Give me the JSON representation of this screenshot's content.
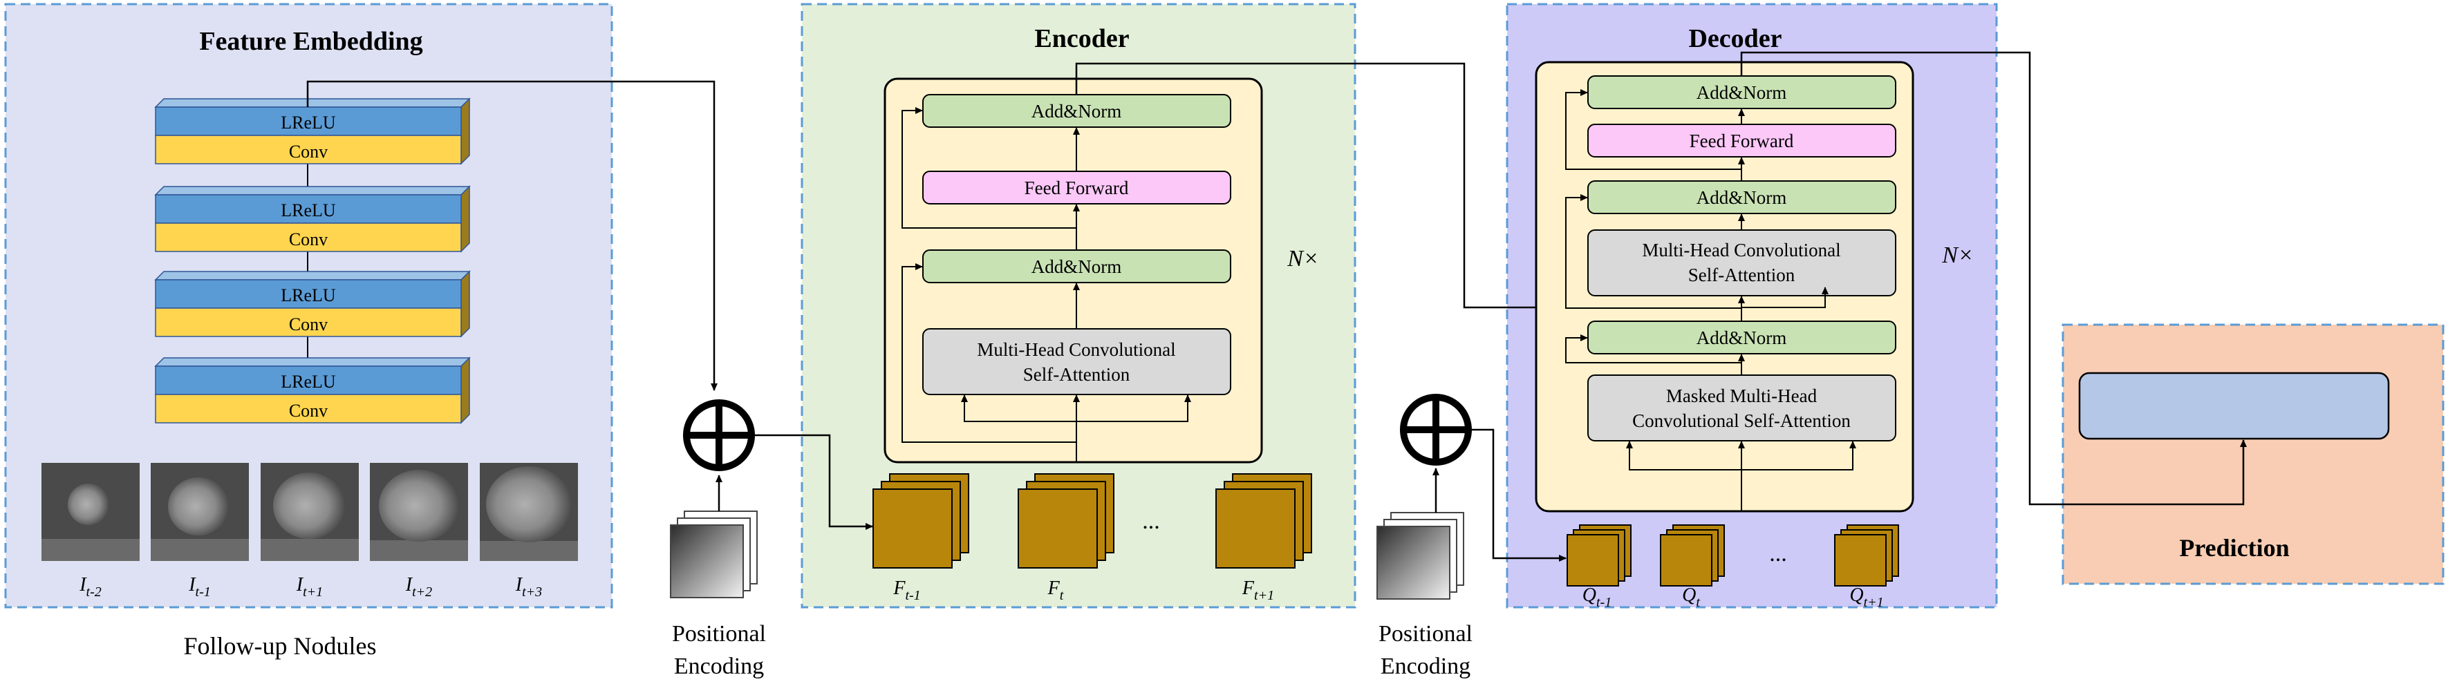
{
  "feature_embedding": {
    "title": "Feature Embedding",
    "blocks": [
      {
        "top": "LReLU",
        "bottom": "Conv"
      },
      {
        "top": "LReLU",
        "bottom": "Conv"
      },
      {
        "top": "LReLU",
        "bottom": "Conv"
      },
      {
        "top": "LReLU",
        "bottom": "Conv"
      }
    ],
    "nodule_labels": [
      {
        "base": "I",
        "sub": "t-2"
      },
      {
        "base": "I",
        "sub": "t-1"
      },
      {
        "base": "I",
        "sub": "t+1"
      },
      {
        "base": "I",
        "sub": "t+2"
      },
      {
        "base": "I",
        "sub": "t+3"
      }
    ],
    "caption": "Follow-up Nodules"
  },
  "positional_encoding_left": {
    "line1": "Positional",
    "line2": "Encoding"
  },
  "positional_encoding_right": {
    "line1": "Positional",
    "line2": "Encoding"
  },
  "encoder": {
    "title": "Encoder",
    "add_norm_top": "Add&Norm",
    "feed_forward": "Feed Forward",
    "add_norm_bottom": "Add&Norm",
    "attention_line1": "Multi-Head Convolutional",
    "attention_line2": "Self-Attention",
    "repeat": "N×",
    "feature_labels": [
      {
        "base": "F",
        "sub": "t-1"
      },
      {
        "base": "F",
        "sub": "t"
      },
      {
        "base": "F",
        "sub": "t+1"
      }
    ],
    "ellipsis": "..."
  },
  "decoder": {
    "title": "Decoder",
    "add_norm_1": "Add&Norm",
    "feed_forward": "Feed Forward",
    "add_norm_2": "Add&Norm",
    "attention_line1": "Multi-Head Convolutional",
    "attention_line2": "Self-Attention",
    "add_norm_3": "Add&Norm",
    "masked_line1": "Masked Multi-Head",
    "masked_line2": "Convolutional Self-Attention",
    "repeat": "N×",
    "query_labels": [
      {
        "base": "Q",
        "sub": "t-1"
      },
      {
        "base": "Q",
        "sub": "t"
      },
      {
        "base": "Q",
        "sub": "t+1"
      }
    ],
    "ellipsis": "..."
  },
  "prediction": {
    "title": "Prediction"
  },
  "colors": {
    "embedding_bg": "#dde1f3",
    "encoder_bg": "#e3efd9",
    "decoder_bg": "#cdcaf8",
    "prediction_bg": "#f8cdb3",
    "inner_panel": "#fff2cc",
    "add_norm": "#c9e2b4",
    "feed_forward": "#fbc8f8",
    "attention": "#d9d9d9",
    "lrelu": "#5b9bd5",
    "conv": "#ffd54f",
    "feature_map": "#b8860b",
    "prediction_bar": "#b4c7e7",
    "dashed_border": "#5b9bd5"
  }
}
